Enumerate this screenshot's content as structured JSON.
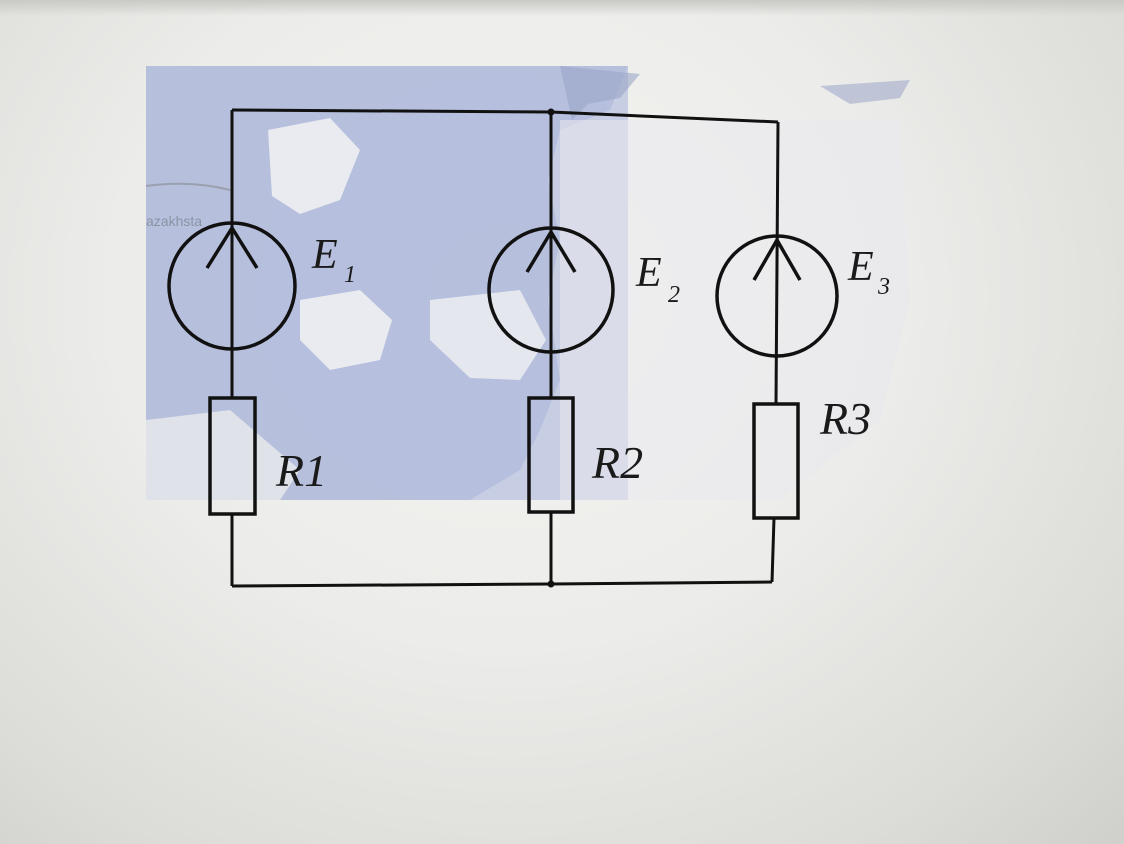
{
  "diagram": {
    "map_fragment_label": "azakhsta",
    "sources": [
      {
        "letter": "E",
        "index": "1"
      },
      {
        "letter": "E",
        "index": "2"
      },
      {
        "letter": "E",
        "index": "3"
      }
    ],
    "resistors": [
      {
        "label": "R1"
      },
      {
        "label": "R2"
      },
      {
        "label": "R3"
      }
    ],
    "colors": {
      "wire": "#111111",
      "map_water": "#b9c3dc",
      "map_land": "#e6e7ea"
    }
  }
}
